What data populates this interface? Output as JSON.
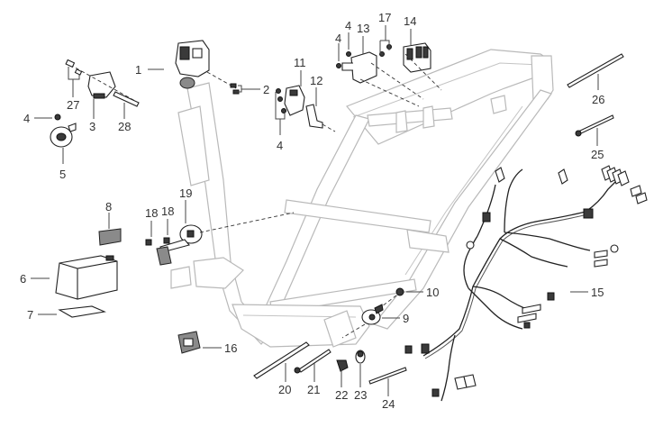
{
  "diagram": {
    "title": "Frame and electrical components exploded view",
    "colors": {
      "frame": "#b9b9b9",
      "parts": "#222222",
      "labels": "#333333",
      "background": "#ffffff"
    },
    "callouts": [
      {
        "id": "c1",
        "label": "1",
        "part": "ignition-switch-assembly"
      },
      {
        "id": "c2",
        "label": "2",
        "part": "ignition-switch-bolts"
      },
      {
        "id": "c3",
        "label": "3",
        "part": "horn-relay-bracket"
      },
      {
        "id": "c4a",
        "label": "4",
        "part": "nut-horn"
      },
      {
        "id": "c4b",
        "label": "4",
        "part": "bolt-regulator-left"
      },
      {
        "id": "c4c",
        "label": "4",
        "part": "bolt-regulator-top"
      },
      {
        "id": "c4d",
        "label": "4",
        "part": "bolts-relay"
      },
      {
        "id": "c5",
        "label": "5",
        "part": "horn"
      },
      {
        "id": "c6",
        "label": "6",
        "part": "battery"
      },
      {
        "id": "c7",
        "label": "7",
        "part": "battery-pad-bottom"
      },
      {
        "id": "c8",
        "label": "8",
        "part": "battery-pad-top"
      },
      {
        "id": "c9",
        "label": "9",
        "part": "side-stand-switch"
      },
      {
        "id": "c10",
        "label": "10",
        "part": "nut-side-stand-switch"
      },
      {
        "id": "c11",
        "label": "11",
        "part": "starter-relay"
      },
      {
        "id": "c12",
        "label": "12",
        "part": "relay-bracket"
      },
      {
        "id": "c13",
        "label": "13",
        "part": "voltage-regulator"
      },
      {
        "id": "c14",
        "label": "14",
        "part": "fuse-box"
      },
      {
        "id": "c15",
        "label": "15",
        "part": "main-wiring-harness"
      },
      {
        "id": "c16",
        "label": "16",
        "part": "rubber-mount"
      },
      {
        "id": "c17",
        "label": "17",
        "part": "fuse-box-screws"
      },
      {
        "id": "c18a",
        "label": "18",
        "part": "bolt-sensor-a"
      },
      {
        "id": "c18b",
        "label": "18",
        "part": "bolt-sensor-b"
      },
      {
        "id": "c19",
        "label": "19",
        "part": "sensor-with-bracket"
      },
      {
        "id": "c20",
        "label": "20",
        "part": "cable-tie-long"
      },
      {
        "id": "c21",
        "label": "21",
        "part": "bolt-long"
      },
      {
        "id": "c22",
        "label": "22",
        "part": "clip-a"
      },
      {
        "id": "c23",
        "label": "23",
        "part": "clip-b"
      },
      {
        "id": "c24",
        "label": "24",
        "part": "cable-tie-medium"
      },
      {
        "id": "c25",
        "label": "25",
        "part": "bolt-rear"
      },
      {
        "id": "c26",
        "label": "26",
        "part": "cable-tie-rear"
      },
      {
        "id": "c27",
        "label": "27",
        "part": "bolts-relay-bracket"
      },
      {
        "id": "c28",
        "label": "28",
        "part": "relay-mount-rod"
      }
    ]
  }
}
